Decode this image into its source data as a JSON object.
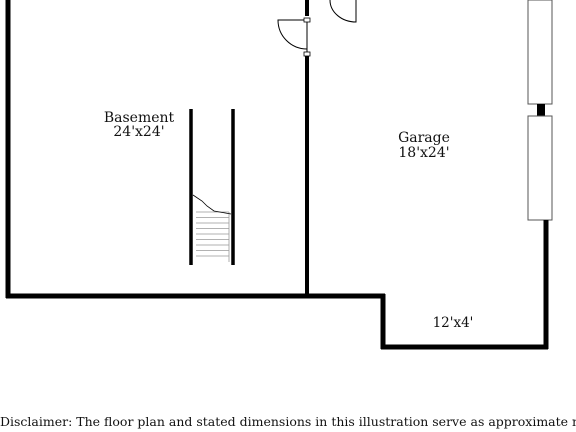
{
  "rooms": {
    "basement": {
      "name": "Basement",
      "dimensions": "24'x24'"
    },
    "garage": {
      "name": "Garage",
      "dimensions": "18'x24'"
    },
    "alcove": {
      "dimensions": "12'x4'"
    }
  },
  "disclaimer": "Disclaimer: The floor plan and stated dimensions in this illustration serve as approximate measurements",
  "colors": {
    "wall": "#000000",
    "thin_line": "#888888",
    "background": "#ffffff"
  }
}
